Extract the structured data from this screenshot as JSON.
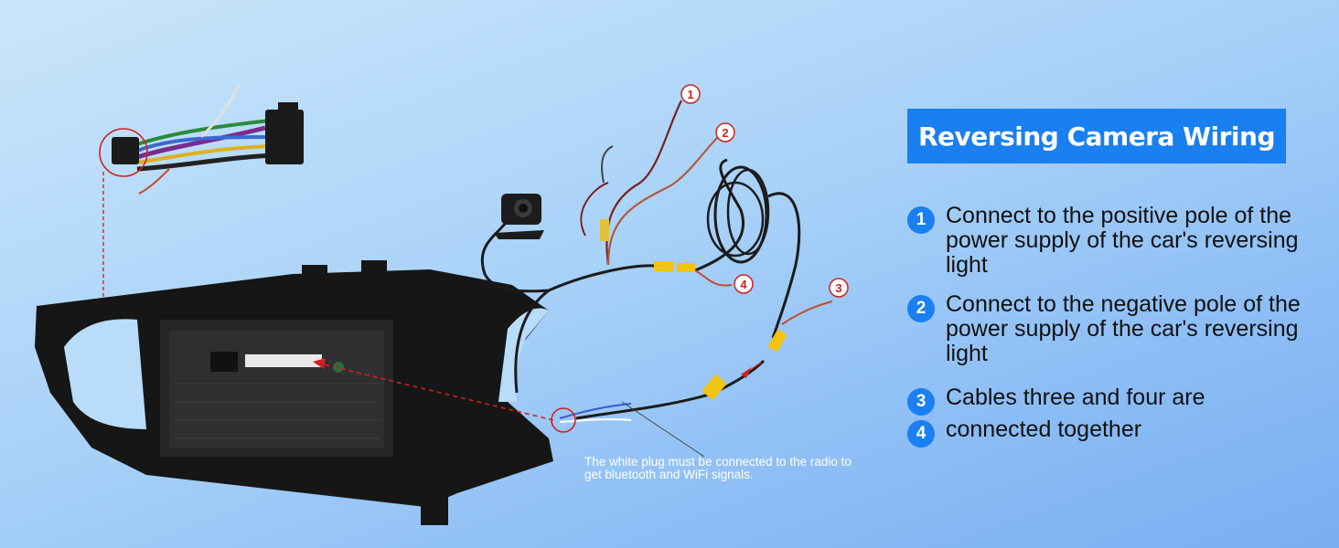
{
  "title": "Reversing Camera Wiring",
  "steps": [
    {
      "number": "1",
      "text": "Connect to the positive pole of the power supply of the car's reversing light"
    },
    {
      "number": "2",
      "text": "Connect to the negative pole of the power supply of the car's reversing light"
    },
    {
      "number": "3",
      "text": "Cables three and four are"
    },
    {
      "number": "4",
      "text": "connected together"
    }
  ],
  "callout_note": "The white plug must be connected to the radio to get bluetooth and WiFi signals.",
  "wire_labels": [
    "1",
    "2",
    "3",
    "4"
  ],
  "colors": {
    "accent_blue": "#1a7ff0",
    "marker_red": "#d12020",
    "connector_yellow": "#f2c40f"
  }
}
